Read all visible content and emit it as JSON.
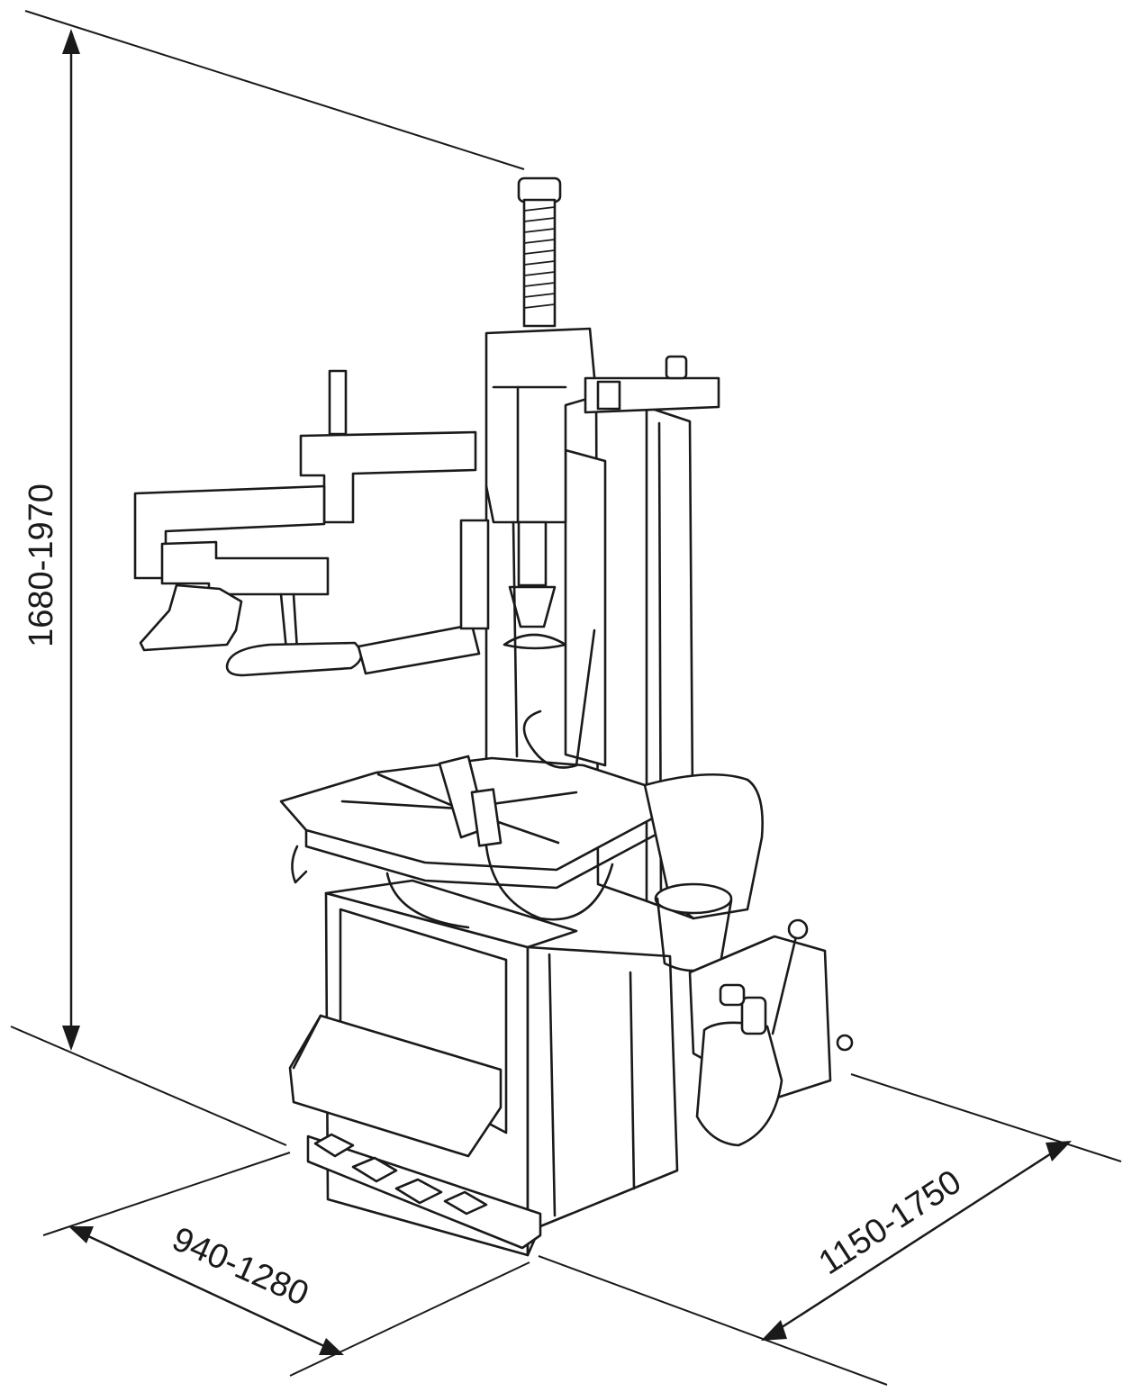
{
  "dimensions": {
    "height": "1680-1970",
    "width": "940-1280",
    "depth": "1150-1750"
  },
  "colors": {
    "line": "#1a1a1a",
    "background": "#ffffff"
  }
}
